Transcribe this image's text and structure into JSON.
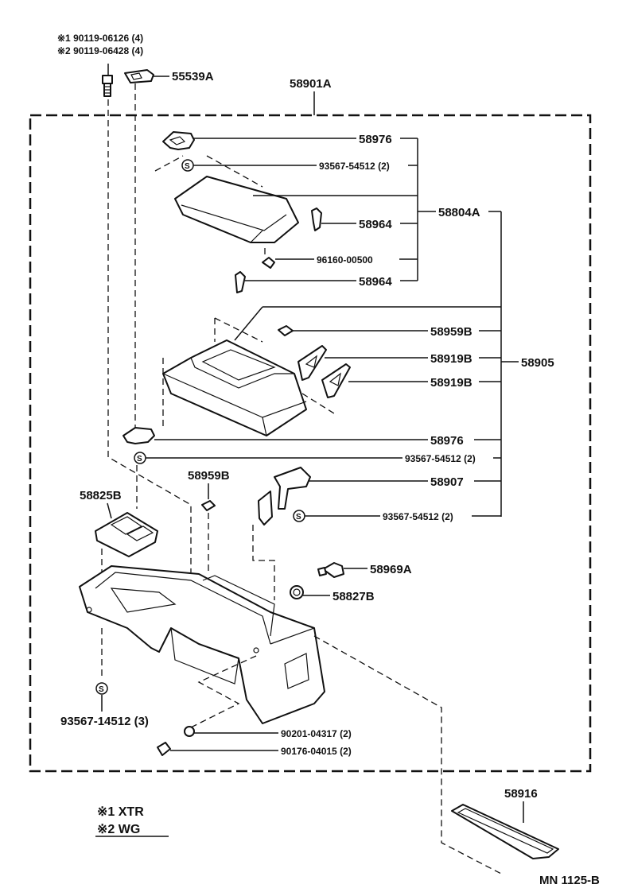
{
  "notes": {
    "note1": "※1 90119-06126 (4)",
    "note2": "※2 90119-06428 (4)"
  },
  "parts": {
    "p55539A": "55539A",
    "p58901A": "58901A",
    "p58976_top": "58976",
    "p93567_54512_a": "93567-54512 (2)",
    "p58804A": "58804A",
    "p58964_a": "58964",
    "p96160_00500": "96160-00500",
    "p58964_b": "58964",
    "p58959B_a": "58959B",
    "p58919B_a": "58919B",
    "p58905": "58905",
    "p58919B_b": "58919B",
    "p58976_b": "58976",
    "p93567_54512_b": "93567-54512 (2)",
    "p58959B_b": "58959B",
    "p58825B": "58825B",
    "p58907": "58907",
    "p93567_54512_c": "93567-54512 (2)",
    "p58969A": "58969A",
    "p58827B": "58827B",
    "p93567_14512": "93567-14512 (3)",
    "p90201_04317": "90201-04317 (2)",
    "p90176_04015": "90176-04015 (2)",
    "p58916": "58916"
  },
  "seal_symbol": "S",
  "legend": {
    "row1": "※1 XTR",
    "row2": "※2 WG"
  },
  "code": "MN 1125-B"
}
